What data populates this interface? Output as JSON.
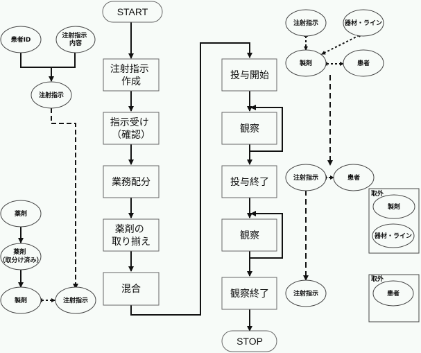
{
  "diagram": {
    "type": "flowchart",
    "colors": {
      "background": "#f7fbf8",
      "stroke": "#111111",
      "box_border": "#666666",
      "box_fill": "#f7fbf8"
    },
    "main_flow": {
      "start": "START",
      "stop": "STOP",
      "steps": [
        {
          "id": "create",
          "lines": [
            "注射指示",
            "作成"
          ]
        },
        {
          "id": "receive",
          "lines": [
            "指示受け",
            "（確認）"
          ]
        },
        {
          "id": "assign",
          "lines": [
            "業務配分"
          ]
        },
        {
          "id": "prepare",
          "lines": [
            "薬剤の",
            "取り揃え"
          ]
        },
        {
          "id": "mix",
          "lines": [
            "混合"
          ]
        },
        {
          "id": "admin-start",
          "lines": [
            "投与開始"
          ]
        },
        {
          "id": "observe-1",
          "lines": [
            "観察"
          ]
        },
        {
          "id": "admin-end",
          "lines": [
            "投与終了"
          ]
        },
        {
          "id": "observe-2",
          "lines": [
            "観察"
          ]
        },
        {
          "id": "observe-end",
          "lines": [
            "観察終了"
          ]
        }
      ]
    },
    "left_info": {
      "patient_id": [
        "患者ID"
      ],
      "order_content": [
        "注射指示",
        "内容"
      ],
      "order": [
        "注射指示"
      ],
      "drug": [
        "薬剤"
      ],
      "drug_sorted": [
        "薬剤",
        "（取分け済み）"
      ],
      "prepared_drug": [
        "製剤"
      ],
      "order_bottom": [
        "注射指示"
      ]
    },
    "right_info": {
      "order_top": [
        "注射指示"
      ],
      "equipment_top": [
        "器材・ライン"
      ],
      "prepared_top": [
        "製剤"
      ],
      "patient_top": [
        "患者"
      ],
      "order_mid": [
        "注射指示"
      ],
      "patient_mid": [
        "患者"
      ],
      "order_bottom": [
        "注射指示"
      ]
    },
    "removed_frames": [
      {
        "label": "取外",
        "items": [
          [
            "製剤"
          ],
          [
            "器材・ライン"
          ]
        ]
      },
      {
        "label": "取外",
        "items": [
          [
            "患者"
          ]
        ]
      }
    ]
  }
}
